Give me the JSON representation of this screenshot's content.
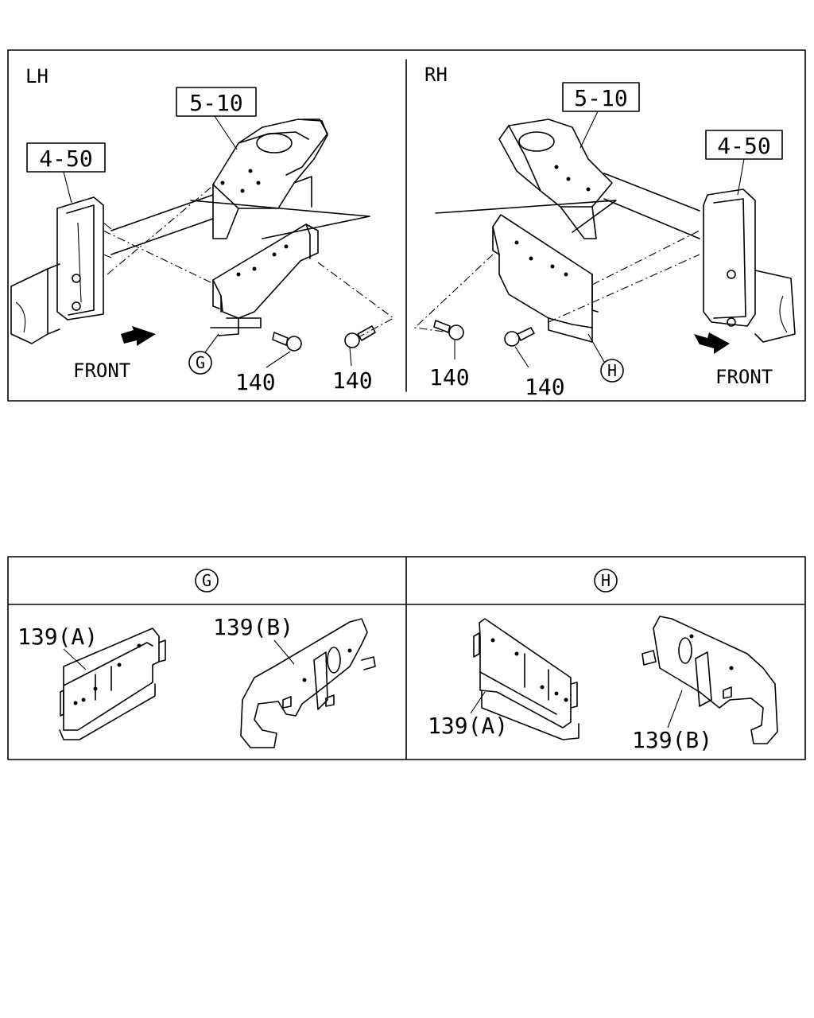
{
  "panels": {
    "lh": {
      "side_label": "LH",
      "ref_frame": "4-50",
      "ref_crossmember": "5-10",
      "detail_marker": "G",
      "bolt_label_1": "140",
      "bolt_label_2": "140",
      "front_label": "FRONT"
    },
    "rh": {
      "side_label": "RH",
      "ref_frame": "4-50",
      "ref_crossmember": "5-10",
      "detail_marker": "H",
      "bolt_label_1": "140",
      "bolt_label_2": "140",
      "front_label": "FRONT"
    }
  },
  "details": {
    "g": {
      "header": "G",
      "part_a": "139(A)",
      "part_b": "139(B)"
    },
    "h": {
      "header": "H",
      "part_a": "139(A)",
      "part_b": "139(B)"
    }
  }
}
